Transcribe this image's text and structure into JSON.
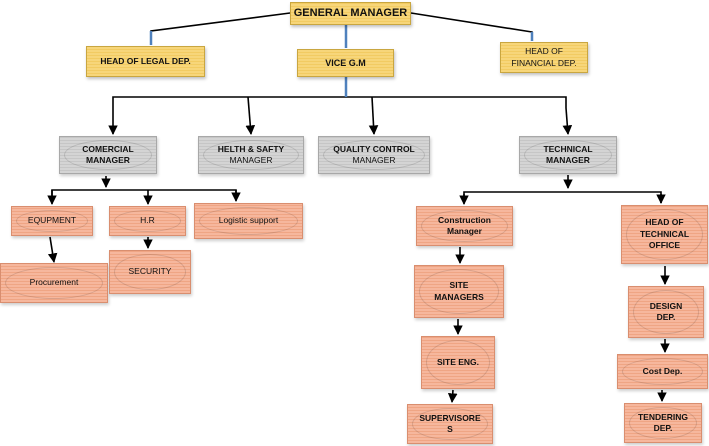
{
  "nodes": {
    "general_manager": "GENERAL MANAGER",
    "head_legal": "HEAD OF LEGAL DEP.",
    "vice_gm": "VICE G.M",
    "head_financial": "HEAD OF\nFINANCIAL DEP.",
    "commercial_manager": "COMERCIAL\nMANAGER",
    "health_safety_title": "HELTH & SAFTY",
    "health_safety_sub": "MANAGER",
    "quality_title": "QUALITY CONTROL",
    "quality_sub": "MANAGER",
    "technical_manager": "TECHNICAL\nMANAGER",
    "equipment": "EQUPMENT",
    "hr": "H.R",
    "logistic": "Logistic support",
    "procurement": "Procurement",
    "security": "SECURITY",
    "construction_manager": "Construction\nManager",
    "site_managers": "SITE\nMANAGERS",
    "site_eng": "SITE ENG.",
    "supervisors": "SUPERVISORE\nS",
    "head_technical_office": "HEAD OF\nTECHNICAL\nOFFICE",
    "design_dep": "DESIGN\nDEP.",
    "cost_dep": "Cost Dep.",
    "tendering_dep": "TENDERING\nDEP."
  },
  "colors": {
    "executive": "#f7d67a",
    "manager": "#d4d4d4",
    "department": "#f6b79d",
    "connector": "#000000",
    "connector_accent": "#4f81bd"
  }
}
